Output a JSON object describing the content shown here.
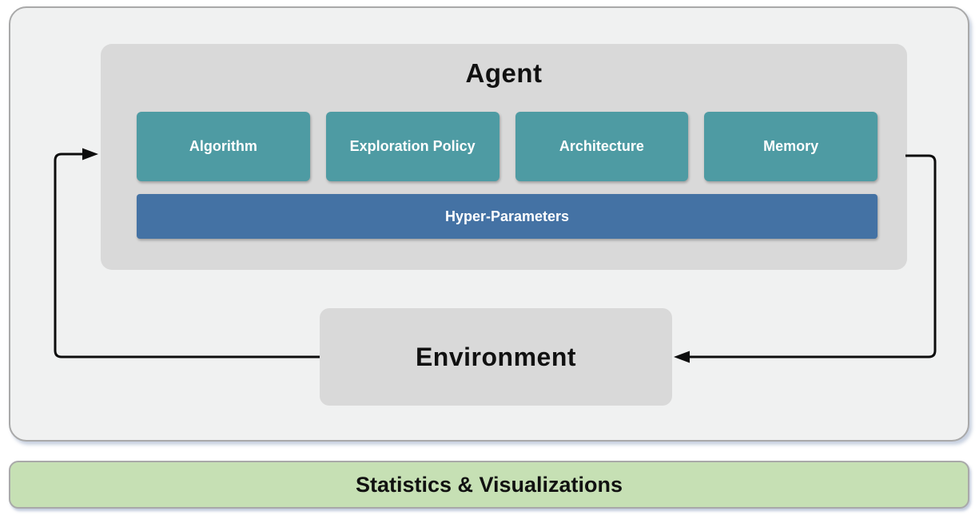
{
  "diagram": {
    "agent": {
      "title": "Agent",
      "components": [
        "Algorithm",
        "Exploration Policy",
        "Architecture",
        "Memory"
      ],
      "hyper_parameters_label": "Hyper-Parameters"
    },
    "environment": {
      "label": "Environment"
    },
    "stats_bar": {
      "label": "Statistics & Visualizations"
    },
    "colors": {
      "component_teal": "#4e9ba3",
      "hyper_blue": "#4472a4",
      "panel_gray": "#d9d9d9",
      "outer_gray": "#f0f1f1",
      "stats_green": "#c6e0b4",
      "border_gray": "#a9a9a9",
      "arrow_black": "#0d0d0d"
    }
  }
}
